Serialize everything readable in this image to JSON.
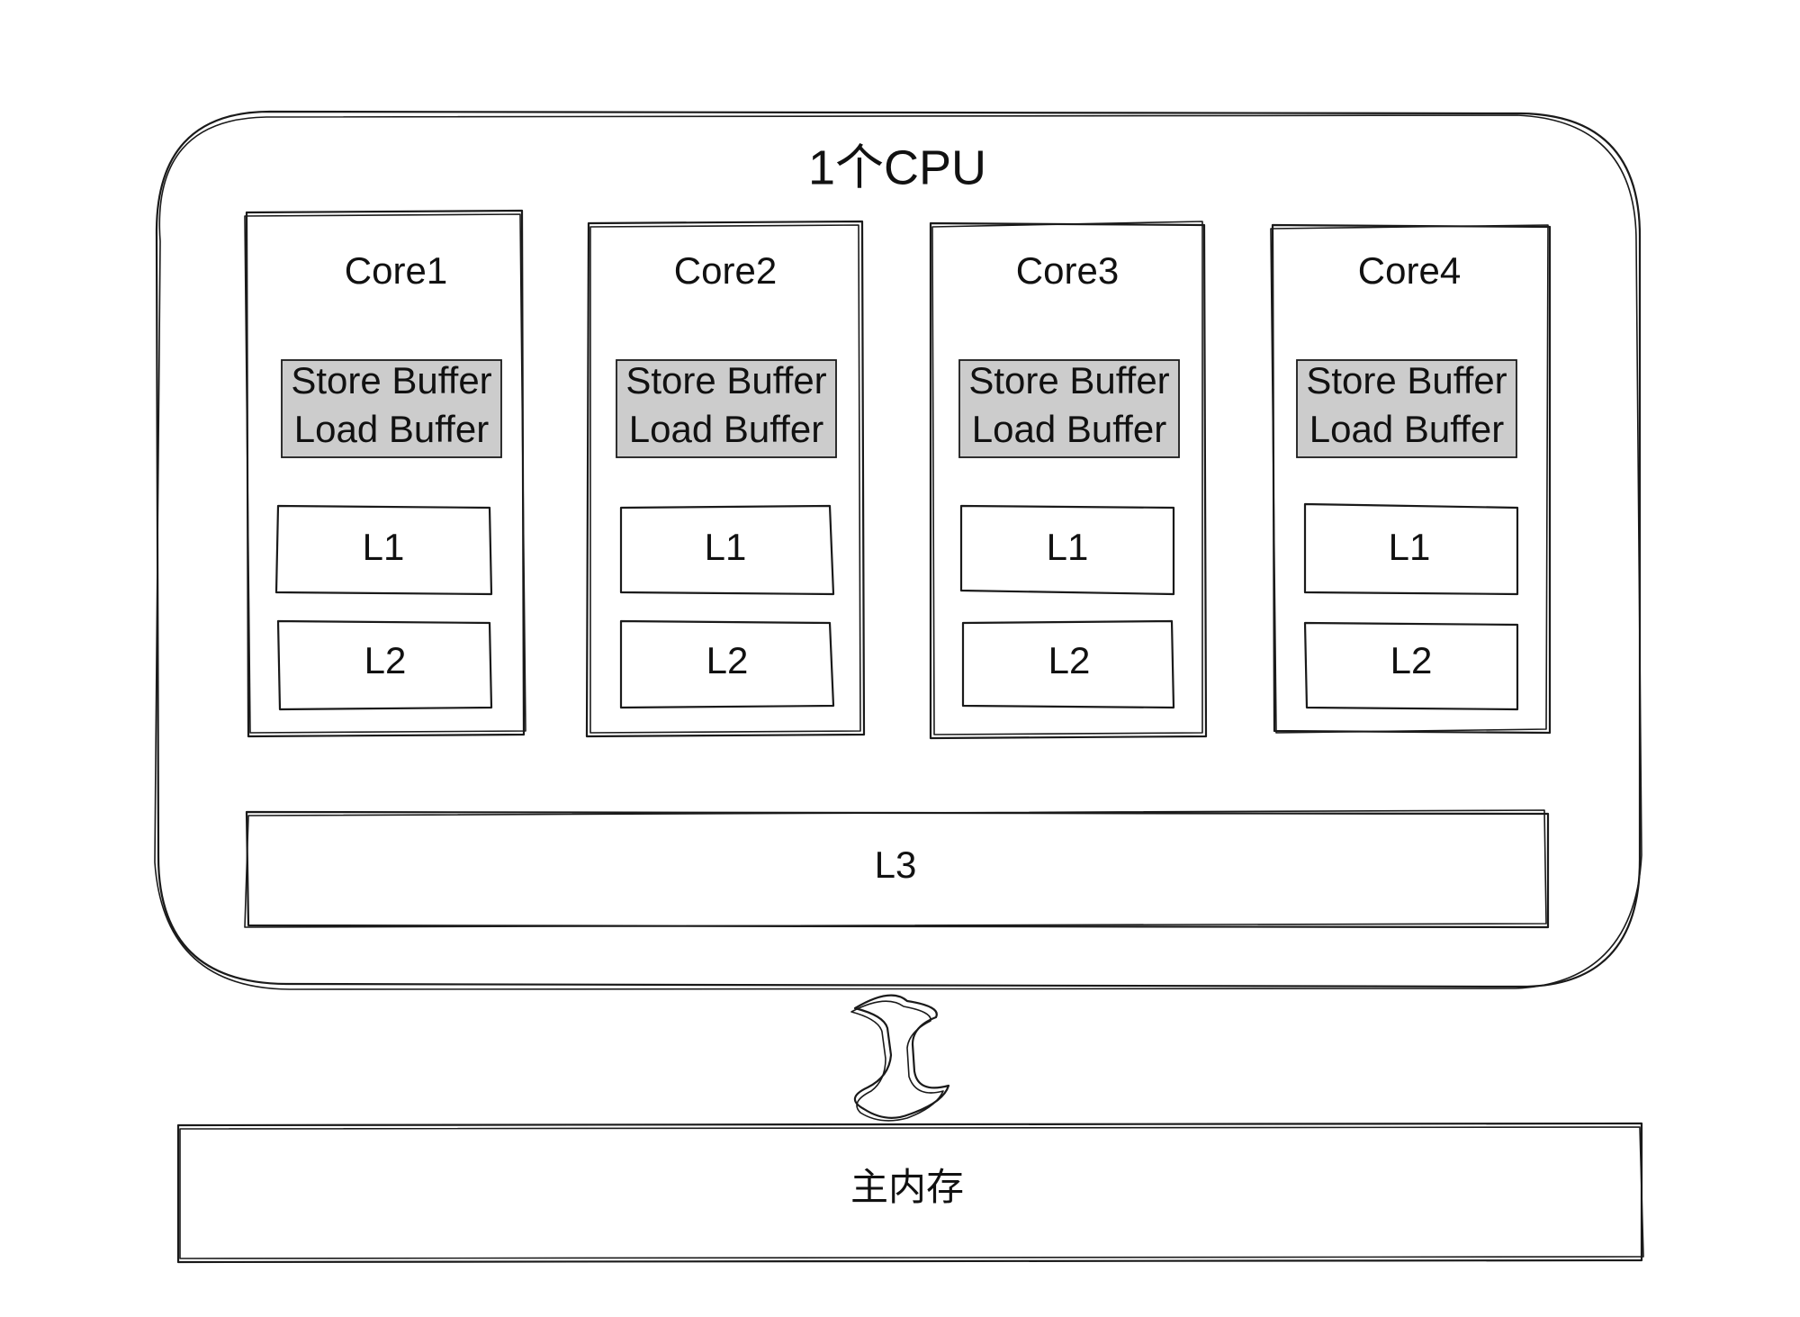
{
  "cpu": {
    "title": "1个CPU",
    "cores": [
      {
        "name": "Core1",
        "buffers": [
          "Store Buffer",
          "Load Buffer"
        ],
        "l1": "L1",
        "l2": "L2"
      },
      {
        "name": "Core2",
        "buffers": [
          "Store Buffer",
          "Load Buffer"
        ],
        "l1": "L1",
        "l2": "L2"
      },
      {
        "name": "Core3",
        "buffers": [
          "Store Buffer",
          "Load Buffer"
        ],
        "l1": "L1",
        "l2": "L2"
      },
      {
        "name": "Core4",
        "buffers": [
          "Store Buffer",
          "Load Buffer"
        ],
        "l1": "L1",
        "l2": "L2"
      }
    ],
    "l3": "L3"
  },
  "memory": {
    "label": "主内存"
  },
  "connector": {
    "icon": "double-arrow-icon"
  }
}
